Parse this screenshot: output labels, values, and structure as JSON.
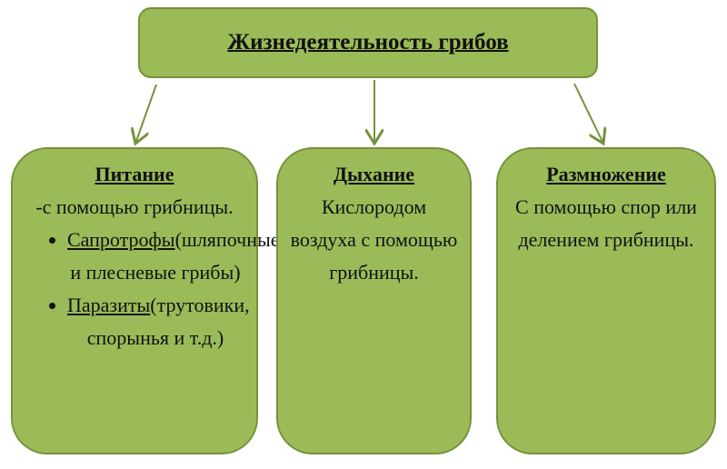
{
  "title": "Жизнедеятельность грибов",
  "colors": {
    "fill": "#9bbb59",
    "border": "#76923c",
    "arrow": "#76923c"
  },
  "cards": [
    {
      "heading": "Питание",
      "text": "-с помощью грибницы.",
      "bullets": [
        {
          "term": "Сапротрофы",
          "rest": "(шляпочные и плесневые грибы)"
        },
        {
          "term": "Паразиты",
          "rest": "(трутовики, спорынья и т.д.)"
        }
      ]
    },
    {
      "heading": "Дыхание",
      "text": "Кислородом воздуха с помощью грибницы."
    },
    {
      "heading": "Размножение",
      "text": "С помощью спор или делением грибницы."
    }
  ]
}
